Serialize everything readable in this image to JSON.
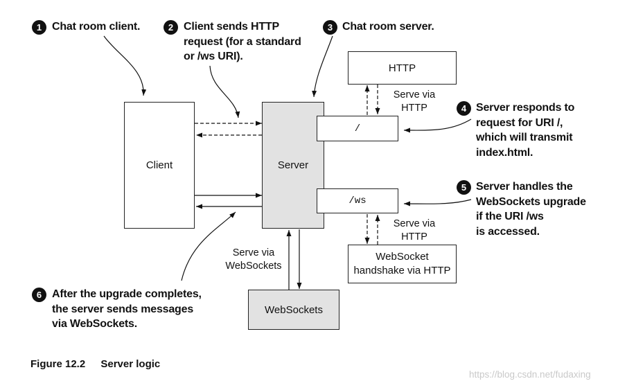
{
  "callouts": [
    {
      "num": "1",
      "lines": [
        "Chat room client."
      ]
    },
    {
      "num": "2",
      "lines": [
        "Client sends HTTP",
        "request (for a standard",
        "or /ws URI)."
      ]
    },
    {
      "num": "3",
      "lines": [
        "Chat room server."
      ]
    },
    {
      "num": "4",
      "lines": [
        "Server responds to",
        "request for URI /,",
        "which will transmit",
        "index.html."
      ]
    },
    {
      "num": "5",
      "lines": [
        "Server handles the",
        "WebSockets upgrade",
        "if the URI /ws",
        "is accessed."
      ]
    },
    {
      "num": "6",
      "lines": [
        "After the upgrade completes,",
        "the server sends messages",
        "via WebSockets."
      ]
    }
  ],
  "boxes": {
    "client": "Client",
    "server": "Server",
    "http": "HTTP",
    "root_uri": "/",
    "ws_uri": "/ws",
    "ws_handshake": [
      "WebSocket",
      "handshake via HTTP"
    ],
    "websockets": "WebSockets"
  },
  "labels": {
    "serve_http_top": [
      "Serve via",
      "HTTP"
    ],
    "serve_http_bottom": [
      "Serve via",
      "HTTP"
    ],
    "serve_websockets": [
      "Serve via",
      "WebSockets"
    ]
  },
  "caption": {
    "number": "Figure 12.2",
    "title": "Server logic"
  },
  "watermark": "https://blog.csdn.net/fudaxing"
}
